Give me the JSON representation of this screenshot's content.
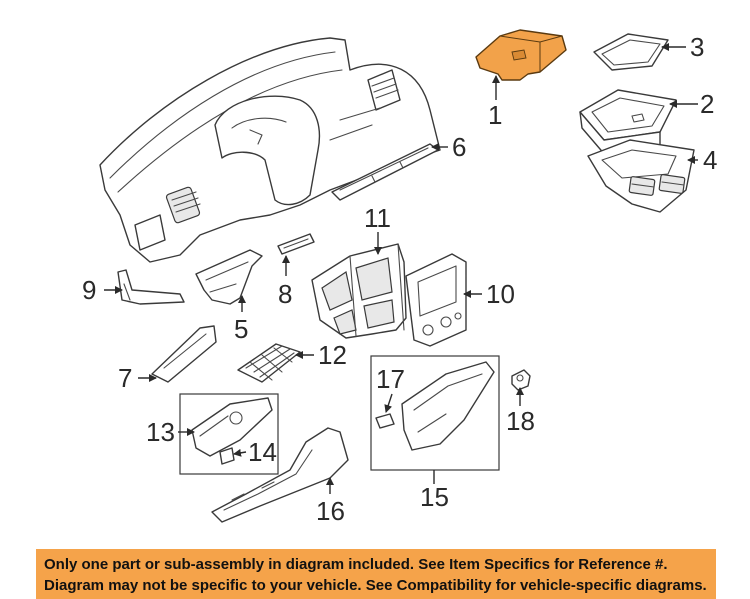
{
  "diagram": {
    "highlight_color": "#f2a24a",
    "callouts": [
      "1",
      "2",
      "3",
      "4",
      "5",
      "6",
      "7",
      "8",
      "9",
      "10",
      "11",
      "12",
      "13",
      "14",
      "15",
      "16",
      "17",
      "18"
    ]
  },
  "notice": {
    "background": "#f5a34a",
    "line1": "Only one part or sub-assembly in diagram included. See Item Specifics for Reference #.",
    "line2": "Diagram may not be specific to your vehicle. See Compatibility for vehicle-specific diagrams."
  }
}
